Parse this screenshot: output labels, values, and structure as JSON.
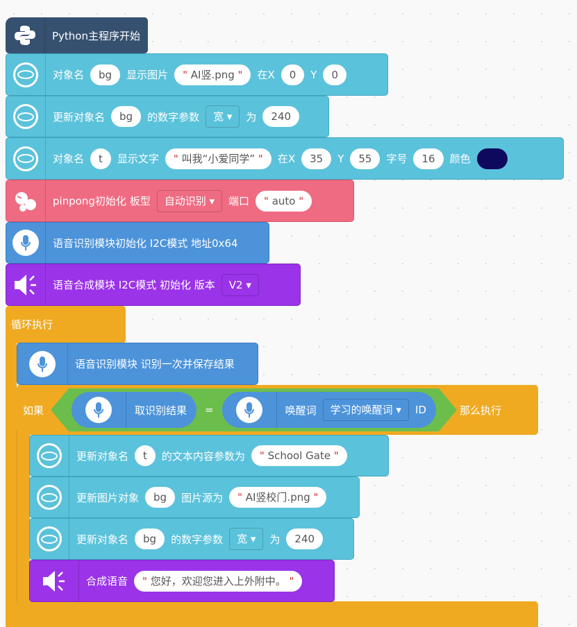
{
  "hat": {
    "label": "Python主程序开始"
  },
  "b1": {
    "l1": "对象名",
    "obj": "bg",
    "l2": "显示图片",
    "file": "AI竖.png",
    "l3": "在X",
    "x": "0",
    "l4": "Y",
    "y": "0"
  },
  "b2": {
    "l1": "更新对象名",
    "obj": "bg",
    "l2": "的数字参数",
    "param": "宽",
    "l3": "为",
    "val": "240"
  },
  "b3": {
    "l1": "对象名",
    "obj": "t",
    "l2": "显示文字",
    "text": "叫我“小爱同学”",
    "l3": "在X",
    "x": "35",
    "l4": "Y",
    "y": "55",
    "l5": "字号",
    "size": "16",
    "l6": "颜色",
    "color": "#0d0a5e"
  },
  "b4": {
    "l1": "pinpong初始化 板型",
    "board": "自动识别",
    "l2": "端口",
    "port": "auto"
  },
  "b5": {
    "label": "语音识别模块初始化 I2C模式 地址0x64"
  },
  "b6": {
    "label": "语音合成模块 I2C模式 初始化 版本",
    "ver": "V2"
  },
  "loop": {
    "label": "循环执行"
  },
  "b7": {
    "label": "语音识别模块 识别一次并保存结果"
  },
  "cond": {
    "if": "如果",
    "left": "取识别结果",
    "eq": "=",
    "r1": "唤醒词",
    "word": "学习的唤醒词",
    "r2": "ID",
    "then": "那么执行"
  },
  "b8": {
    "l1": "更新对象名",
    "obj": "t",
    "l2": "的文本内容参数为",
    "text": "School Gate"
  },
  "b9": {
    "l1": "更新图片对象",
    "obj": "bg",
    "l2": "图片源为",
    "file": "AI竖校门.png"
  },
  "b10": {
    "l1": "更新对象名",
    "obj": "bg",
    "l2": "的数字参数",
    "param": "宽",
    "l3": "为",
    "val": "240"
  },
  "b11": {
    "l1": "合成语音",
    "text": "您好，欢迎您进入上外附中。"
  }
}
